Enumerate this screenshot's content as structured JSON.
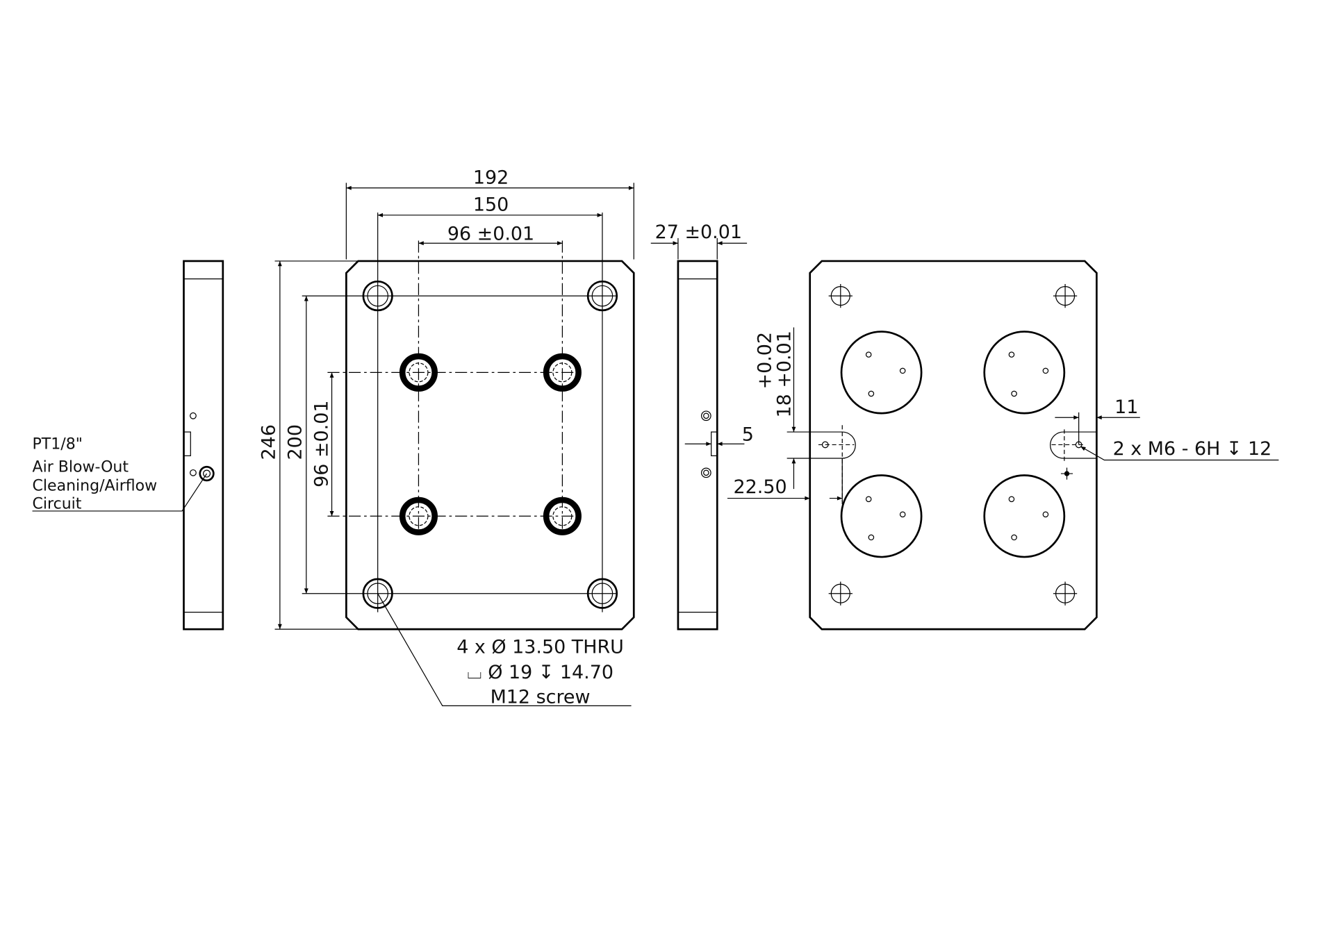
{
  "dimensions": {
    "overall_width": "192",
    "hole_spacing_width": "150",
    "inner_spacing_width": "96 ±0.01",
    "overall_height": "246",
    "hole_spacing_height": "200",
    "inner_spacing_height": "96 ±0.01",
    "thickness": "27 ±0.01",
    "notch_depth": "5",
    "slot_tolerance_upper": "+0.02",
    "slot_width": "18 +0.01",
    "slot_offset": "22.50",
    "thread_offset": "11"
  },
  "callouts": {
    "mounting_holes": [
      "4 x Ø 13.50 THRU",
      "⌴ Ø 19 ↧ 14.70",
      "M12 screw"
    ],
    "threads": "2 x M6 - 6H ↧ 12",
    "air_port": [
      "PT1/8\"",
      "Air Blow-Out",
      "Cleaning/Airflow",
      "Circuit"
    ]
  }
}
